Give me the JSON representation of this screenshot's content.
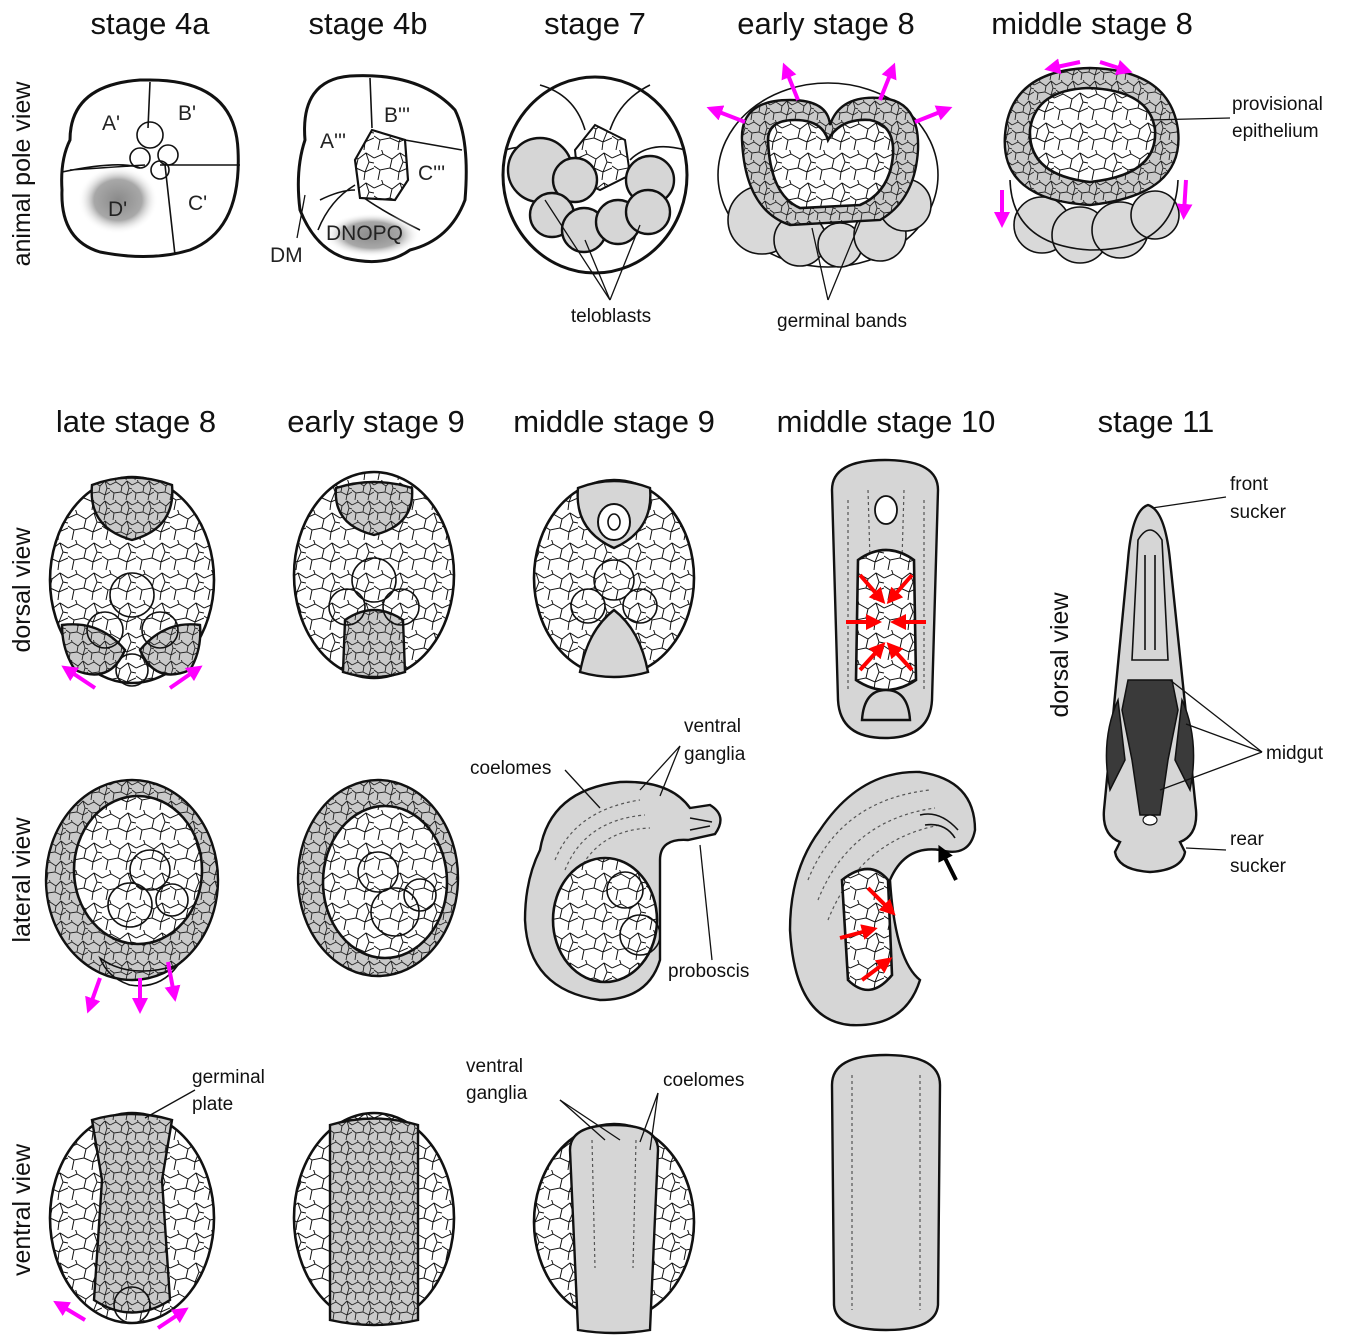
{
  "stage_titles": {
    "s4a": "stage 4a",
    "s4b": "stage 4b",
    "s7": "stage 7",
    "early8": "early stage 8",
    "middle8": "middle stage 8",
    "late8": "late stage 8",
    "early9": "early stage 9",
    "middle9": "middle stage 9",
    "middle10": "middle stage 10",
    "s11": "stage 11"
  },
  "view_labels": {
    "animal_pole": "animal pole view",
    "dorsal": "dorsal view",
    "lateral": "lateral view",
    "ventral": "ventral view",
    "dorsal_s11": "dorsal view"
  },
  "cell_labels": {
    "a1": "A'",
    "b1": "B'",
    "c1": "C'",
    "d1": "D'",
    "a3": "A'''",
    "b3": "B'''",
    "c3": "C'''",
    "dm": "DM",
    "dnopq": "DNOPQ"
  },
  "annotations": {
    "teloblasts": "teloblasts",
    "germinal_bands": "germinal bands",
    "provisional_1": "provisional",
    "provisional_2": "epithelium",
    "coelomes_lat": "coelomes",
    "ventral_ganglia_lat_1": "ventral",
    "ventral_ganglia_lat_2": "ganglia",
    "proboscis": "proboscis",
    "germinal_plate_1": "germinal",
    "germinal_plate_2": "plate",
    "ventral_ganglia_ven_1": "ventral",
    "ventral_ganglia_ven_2": "ganglia",
    "coelomes_ven": "coelomes",
    "front_sucker_1": "front",
    "front_sucker_2": "sucker",
    "midgut": "midgut",
    "rear_sucker_1": "rear",
    "rear_sucker_2": "sucker"
  },
  "colors": {
    "outline": "#111111",
    "tissue_grey": "#d6d6d6",
    "midgut_dark": "#3a3a3a",
    "arrow_magenta": "#ff00ff",
    "arrow_red": "#ff0000",
    "arrow_black": "#000000"
  }
}
